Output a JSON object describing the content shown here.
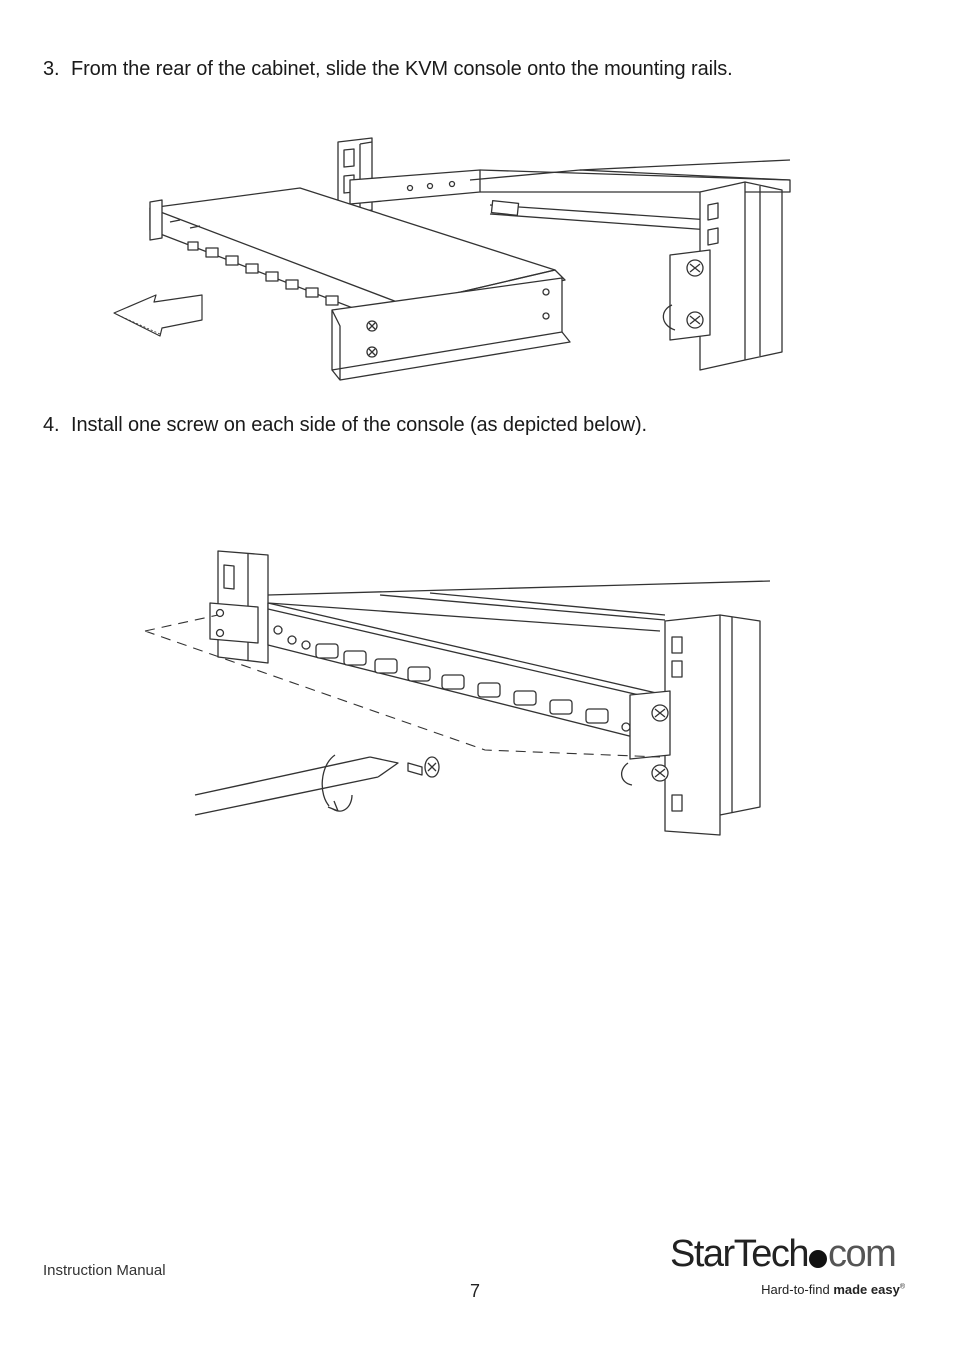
{
  "steps": [
    {
      "number": "3.",
      "text": "From the rear of the cabinet, slide the KVM console onto the mounting rails."
    },
    {
      "number": "4.",
      "text": "Install one screw on each side of the console (as depicted below)."
    }
  ],
  "footer": {
    "left": "Instruction Manual",
    "page_number": "7"
  },
  "logo": {
    "name_part1": "StarTech",
    "name_part2": "com",
    "tagline_plain": "Hard-to-find ",
    "tagline_bold": "made easy",
    "trademark": "®"
  }
}
